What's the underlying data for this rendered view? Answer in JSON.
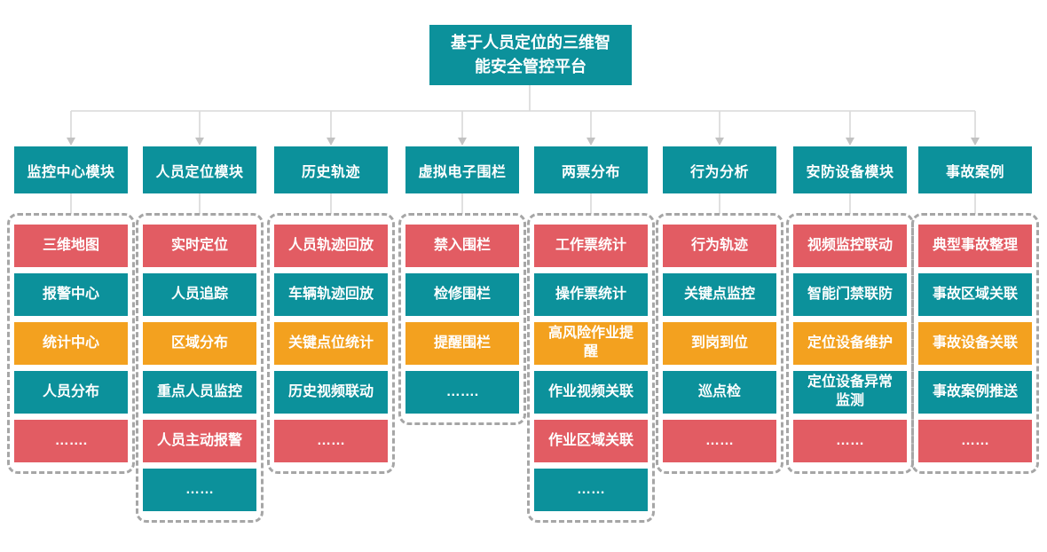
{
  "title": "基于人员定位的三维智能安全管控平台",
  "colors": {
    "teal": "#0C919B",
    "red": "#E25C63",
    "orange": "#F3A11F",
    "connector_line": "#D9D9D9",
    "arrow": "#C2C2C2",
    "dashed_border": "#A6A6A6"
  },
  "columns": [
    {
      "header": "监控中心模块",
      "cells": [
        {
          "label": "三维地图",
          "color": "red"
        },
        {
          "label": "报警中心",
          "color": "teal"
        },
        {
          "label": "统计中心",
          "color": "orange"
        },
        {
          "label": "人员分布",
          "color": "teal"
        },
        {
          "label": "…….",
          "color": "red"
        }
      ]
    },
    {
      "header": "人员定位模块",
      "cells": [
        {
          "label": "实时定位",
          "color": "red"
        },
        {
          "label": "人员追踪",
          "color": "teal"
        },
        {
          "label": "区域分布",
          "color": "orange"
        },
        {
          "label": "重点人员监控",
          "color": "teal"
        },
        {
          "label": "人员主动报警",
          "color": "red"
        },
        {
          "label": "……",
          "color": "teal"
        }
      ]
    },
    {
      "header": "历史轨迹",
      "cells": [
        {
          "label": "人员轨迹回放",
          "color": "red"
        },
        {
          "label": "车辆轨迹回放",
          "color": "teal"
        },
        {
          "label": "关键点位统计",
          "color": "orange"
        },
        {
          "label": "历史视频联动",
          "color": "teal"
        },
        {
          "label": "……",
          "color": "red"
        }
      ]
    },
    {
      "header": "虚拟电子围栏",
      "cells": [
        {
          "label": "禁入围栏",
          "color": "red"
        },
        {
          "label": "检修围栏",
          "color": "teal"
        },
        {
          "label": "提醒围栏",
          "color": "orange"
        },
        {
          "label": "…….",
          "color": "teal"
        }
      ]
    },
    {
      "header": "两票分布",
      "cells": [
        {
          "label": "工作票统计",
          "color": "red"
        },
        {
          "label": "操作票统计",
          "color": "teal"
        },
        {
          "label": "高风险作业提醒",
          "color": "orange"
        },
        {
          "label": "作业视频关联",
          "color": "teal"
        },
        {
          "label": "作业区域关联",
          "color": "red"
        },
        {
          "label": "……",
          "color": "teal"
        }
      ]
    },
    {
      "header": "行为分析",
      "cells": [
        {
          "label": "行为轨迹",
          "color": "red"
        },
        {
          "label": "关键点监控",
          "color": "teal"
        },
        {
          "label": "到岗到位",
          "color": "orange"
        },
        {
          "label": "巡点检",
          "color": "teal"
        },
        {
          "label": "……",
          "color": "red"
        }
      ]
    },
    {
      "header": "安防设备模块",
      "cells": [
        {
          "label": "视频监控联动",
          "color": "red"
        },
        {
          "label": "智能门禁联防",
          "color": "teal"
        },
        {
          "label": "定位设备维护",
          "color": "orange"
        },
        {
          "label": "定位设备异常监测",
          "color": "teal"
        },
        {
          "label": "……",
          "color": "red"
        }
      ]
    },
    {
      "header": "事故案例",
      "cells": [
        {
          "label": "典型事故整理",
          "color": "red"
        },
        {
          "label": "事故区域关联",
          "color": "teal"
        },
        {
          "label": "事故设备关联",
          "color": "orange"
        },
        {
          "label": "事故案例推送",
          "color": "teal"
        },
        {
          "label": "……",
          "color": "red"
        }
      ]
    }
  ]
}
